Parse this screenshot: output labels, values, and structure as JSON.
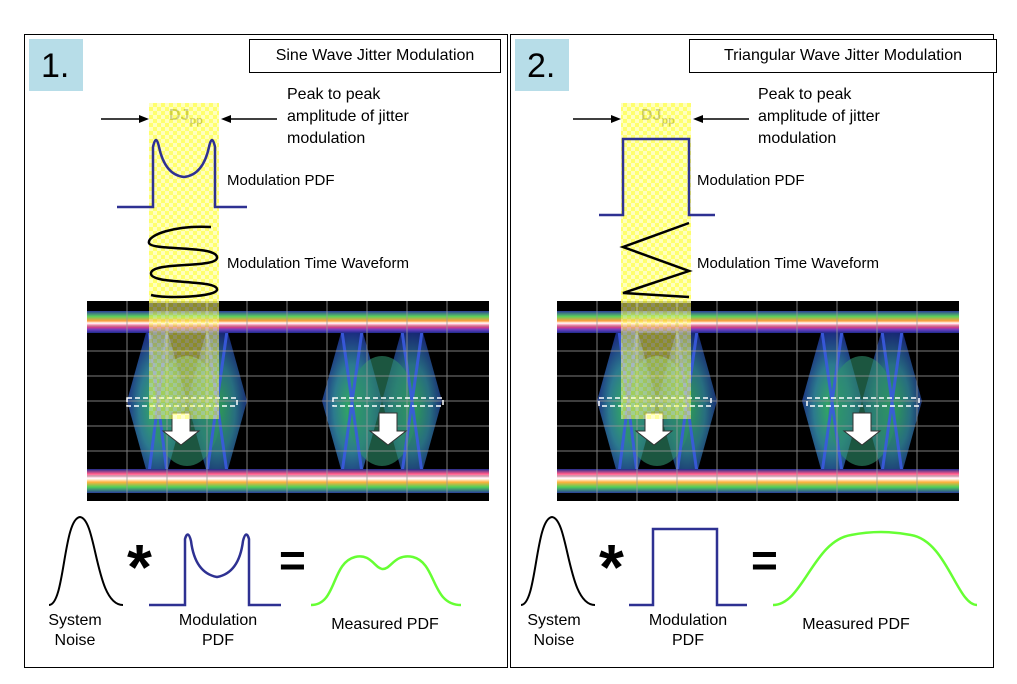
{
  "panels": [
    {
      "number": "1.",
      "title": "Sine Wave Jitter Modulation",
      "dj_label": "DJ",
      "dj_sub": "pp",
      "peak_text": [
        "Peak to peak",
        "amplitude of jitter",
        "modulation"
      ],
      "modulation_pdf_label": "Modulation PDF",
      "time_waveform_label": "Modulation Time Waveform",
      "operator_star": "*",
      "operator_equals": "=",
      "system_noise_caption": [
        "System",
        "Noise"
      ],
      "modulation_caption": [
        "Modulation",
        "PDF"
      ],
      "measured_caption": "Measured PDF"
    },
    {
      "number": "2.",
      "title": "Triangular Wave Jitter Modulation",
      "dj_label": "DJ",
      "dj_sub": "pp",
      "peak_text": [
        "Peak to peak",
        "amplitude of jitter",
        "modulation"
      ],
      "modulation_pdf_label": "Modulation PDF",
      "time_waveform_label": "Modulation Time Waveform",
      "operator_star": "*",
      "operator_equals": "=",
      "system_noise_caption": [
        "System",
        "Noise"
      ],
      "modulation_caption": [
        "Modulation",
        "PDF"
      ],
      "measured_caption": "Measured PDF"
    }
  ],
  "colors": {
    "label_box": "#b7dde8",
    "highlight": "#ffff66",
    "pdf_line": "#2e3192",
    "measured_line": "#66ff33",
    "eye_background": "#000000"
  }
}
